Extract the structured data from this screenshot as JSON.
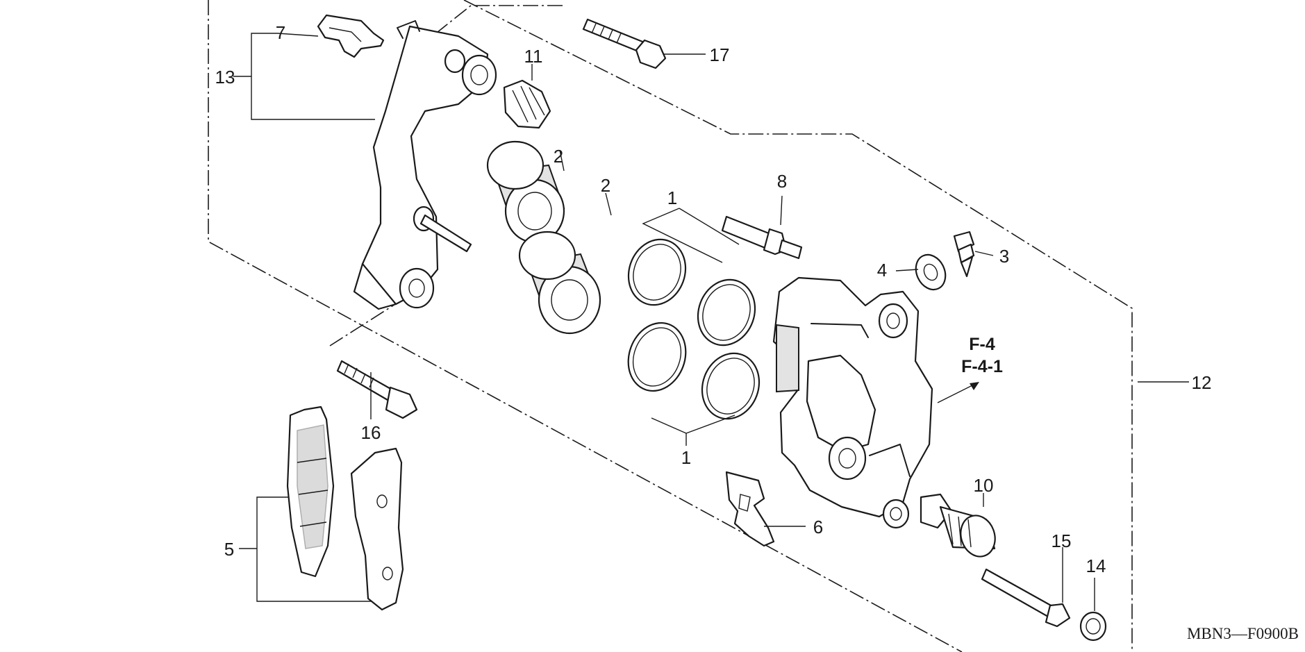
{
  "callouts": {
    "c1a": "1",
    "c1b": "1",
    "c2a": "2",
    "c2b": "2",
    "c3": "3",
    "c4": "4",
    "c5": "5",
    "c6": "6",
    "c7": "7",
    "c8": "8",
    "c10": "10",
    "c11": "11",
    "c12": "12",
    "c13": "13",
    "c14": "14",
    "c15": "15",
    "c16": "16",
    "c17": "17"
  },
  "references": {
    "ref1": "F-4",
    "ref2": "F-4-1"
  },
  "figure_code": "MBN3—F0900B"
}
